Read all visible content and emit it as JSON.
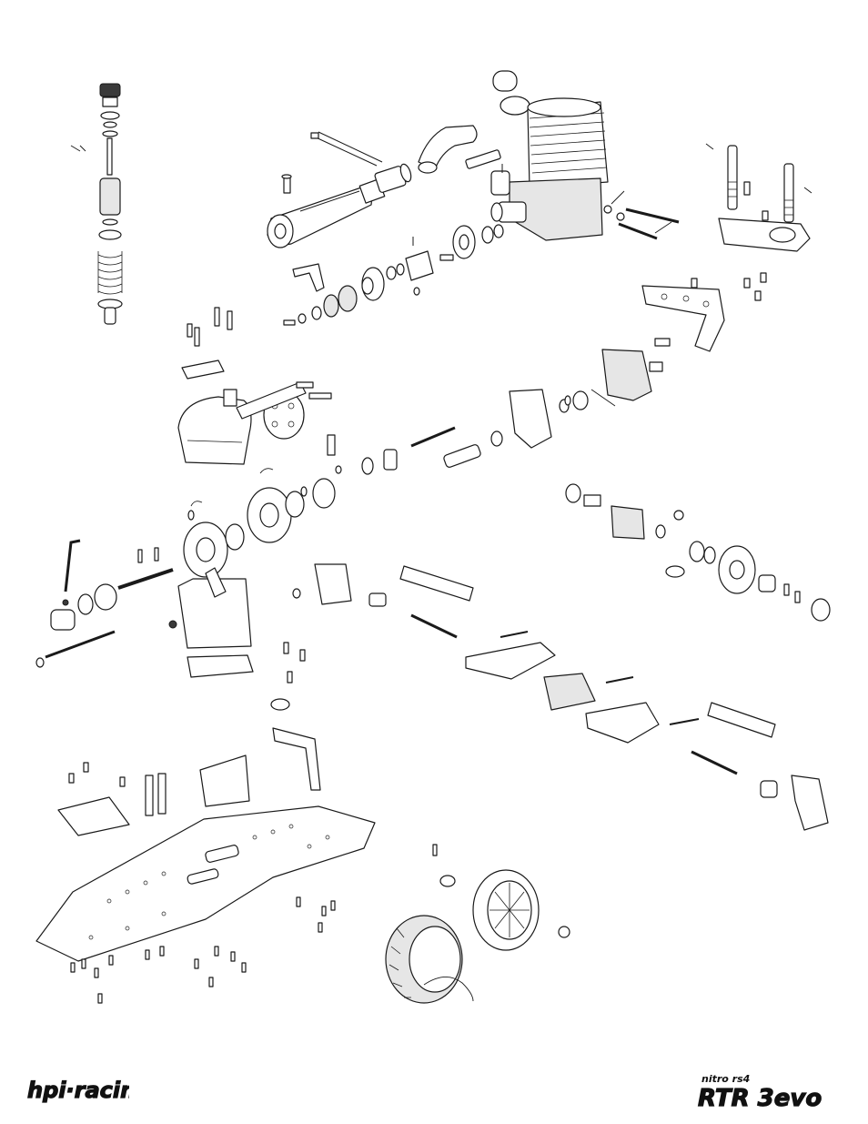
{
  "diagram": {
    "kind": "exploded-parts-view",
    "components": [
      "shock-absorber",
      "engine",
      "exhaust-pipe",
      "exhaust-manifold",
      "pull-starter-bracket",
      "engine-mount",
      "clutch-bell",
      "flywheel",
      "body-post-front",
      "bumper-brace",
      "shock-tower",
      "gear-cover",
      "transmission-gears",
      "center-shaft",
      "front-bulkhead",
      "differential",
      "spur-gear",
      "hub-carrier",
      "suspension-arm",
      "tie-rod",
      "chassis-plate",
      "radio-tray-posts",
      "wheel",
      "tire",
      "hex-wrench"
    ]
  },
  "logos": {
    "left": {
      "name": "hpi-logo",
      "text": "hpi·racing"
    },
    "right": {
      "name": "rtr-logo",
      "small_text": "nitro rs4",
      "text": "RTR 3evo"
    }
  }
}
